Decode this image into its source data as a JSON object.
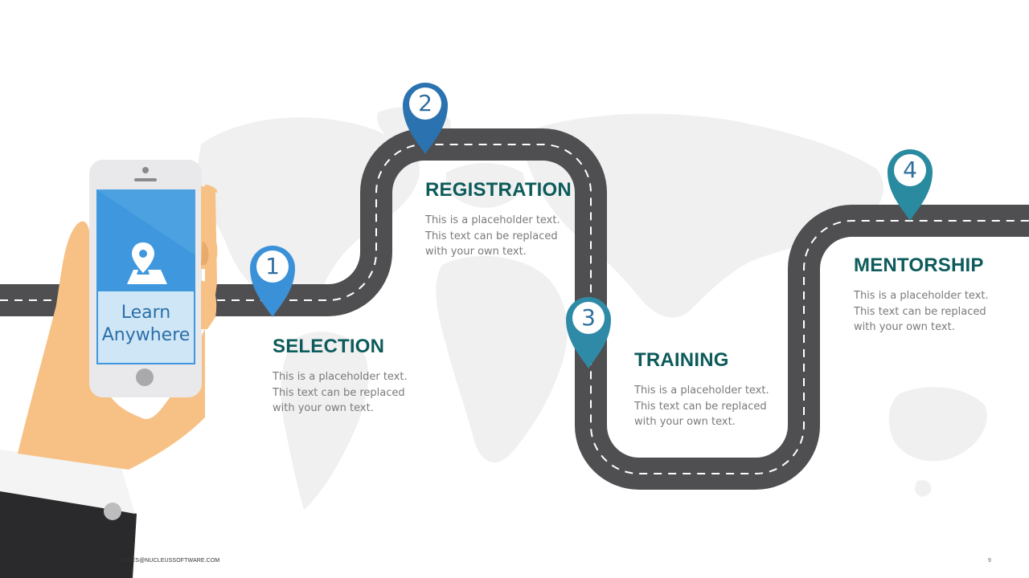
{
  "slide": {
    "phone": {
      "screen_label_line1": "Learn",
      "screen_label_line2": "Anywhere",
      "screen_icon": "map-location-icon"
    },
    "steps": [
      {
        "number": "1",
        "title": "SELECTION",
        "text": "This is a placeholder text. This text can be replaced with your own text.",
        "pin_color": "#3a91d8"
      },
      {
        "number": "2",
        "title": "REGISTRATION",
        "text": "This is a placeholder text. This text can be replaced with your own text.",
        "pin_color": "#2b72b0"
      },
      {
        "number": "3",
        "title": "TRAINING",
        "text": "This is a placeholder text. This text can be replaced with your own text.",
        "pin_color": "#2f8aa8"
      },
      {
        "number": "4",
        "title": "MENTORSHIP",
        "text": "This is a placeholder text. This text can be replaced with your own text.",
        "pin_color": "#2a8aa0"
      }
    ],
    "footer": {
      "email": "SALES@NUCLEUSSOFTWARE.COM",
      "page_number": "9"
    },
    "colors": {
      "road": "#4f4f51",
      "road_marking": "#ffffff",
      "title": "#0d5b5b",
      "body_text": "#7a7a7a",
      "map": "#f0f0f0"
    }
  }
}
